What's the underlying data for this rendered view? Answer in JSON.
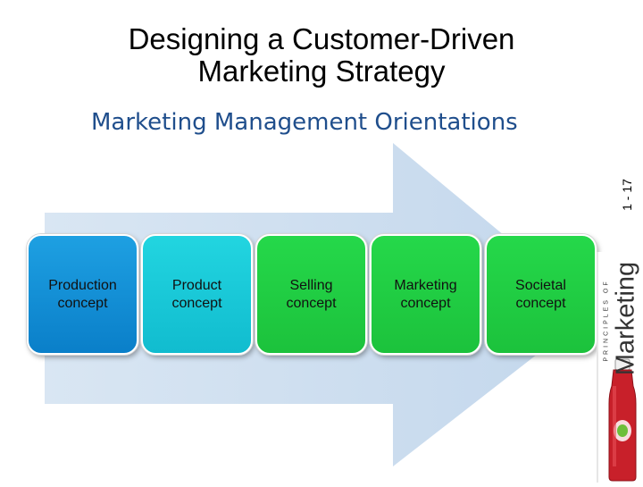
{
  "slide": {
    "title_line1": "Designing a Customer-Driven",
    "title_line2": "Marketing Strategy",
    "subtitle": "Marketing Management Orientations",
    "page_number": "1 - 17"
  },
  "concepts": [
    {
      "label": "Production\nconcept",
      "color": "#0a8fd6"
    },
    {
      "label": "Product\nconcept",
      "color": "#16c8d8"
    },
    {
      "label": "Selling\nconcept",
      "color": "#22cc44"
    },
    {
      "label": "Marketing\nconcept",
      "color": "#22cc44"
    },
    {
      "label": "Societal\nconcept",
      "color": "#22cc44"
    }
  ],
  "book": {
    "small_text": "PRINCIPLES OF",
    "big_text": "Marketing"
  },
  "colors": {
    "arrow": "#c9dcef",
    "subtitle": "#1f4e8c",
    "bottle": "#c8202a"
  }
}
